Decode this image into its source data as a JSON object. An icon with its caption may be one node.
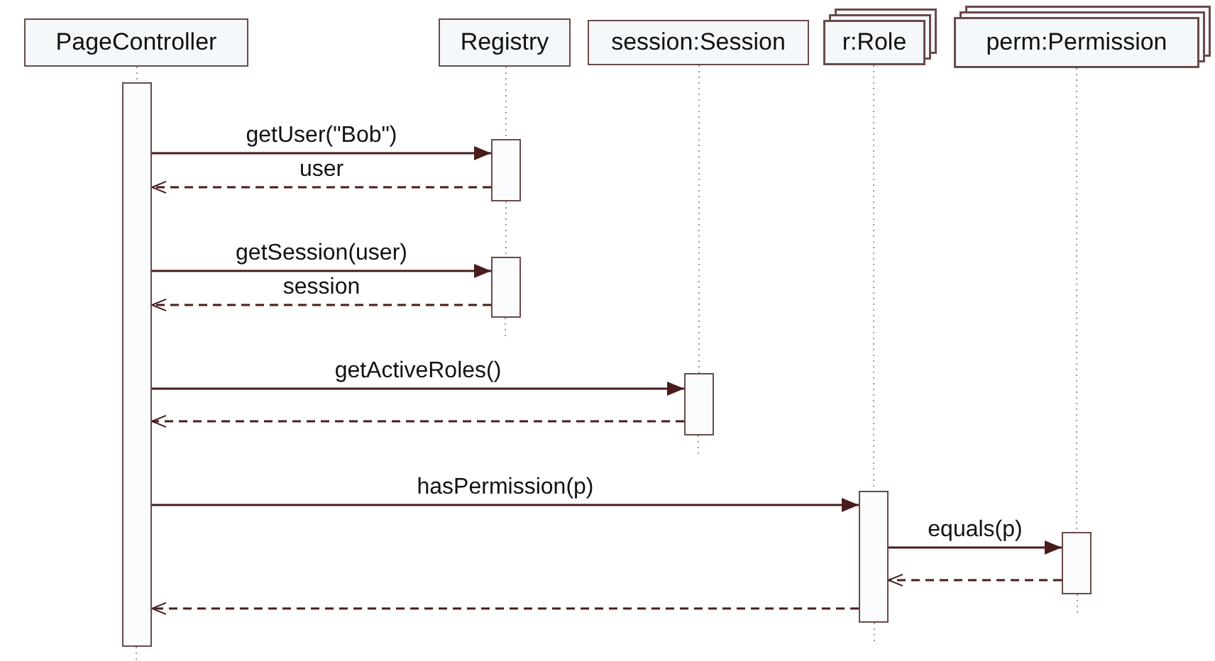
{
  "diagram": {
    "nodes": [
      {
        "text": [
          "PageController"
        ]
      },
      {
        "text": [
          "Registry"
        ]
      },
      {
        "text": [
          "session:Session"
        ]
      },
      {
        "text": [
          "r:Role"
        ]
      },
      {
        "text": [
          "perm:Permission"
        ]
      },
      {
        "text": [],
        "shape": "bar"
      },
      {
        "text": [],
        "shape": "bar"
      },
      {
        "text": [],
        "shape": "bar"
      },
      {
        "text": [],
        "shape": "bar"
      },
      {
        "text": [],
        "shape": "bar"
      },
      {
        "text": [],
        "shape": "bar"
      }
    ],
    "edges": [
      {
        "from": 0,
        "to": 5,
        "arrow": "none",
        "style": "dashed",
        "color": "#9a9a9a"
      },
      {
        "from": 1,
        "to": 6,
        "arrow": "none",
        "style": "dashed",
        "color": "#9a9a9a"
      },
      {
        "from": 6,
        "to": 7,
        "arrow": "none",
        "style": "dashed",
        "color": "#9a9a9a"
      },
      {
        "from": 2,
        "to": 8,
        "arrow": "none",
        "style": "dashed",
        "color": "#9a9a9a"
      },
      {
        "from": 3,
        "to": 9,
        "arrow": "none",
        "style": "dashed",
        "color": "#9a9a9a"
      },
      {
        "from": 4,
        "to": 10,
        "arrow": "none",
        "style": "dashed",
        "color": "#9a9a9a"
      },
      {
        "from": 5,
        "to": 6,
        "arrow": "to",
        "label": "getUser(\"Bob\")"
      },
      {
        "from": 6,
        "to": 5,
        "arrow": "to",
        "label": "user",
        "style": "dashed"
      },
      {
        "from": 5,
        "to": 7,
        "arrow": "to",
        "label": "getSession(user)"
      },
      {
        "from": 7,
        "to": 5,
        "arrow": "to",
        "label": "session",
        "style": "dashed"
      },
      {
        "from": 5,
        "to": 8,
        "arrow": "to",
        "label": "getActiveRoles()"
      },
      {
        "from": 8,
        "to": 5,
        "arrow": "to",
        "style": "dashed"
      },
      {
        "from": 5,
        "to": 9,
        "arrow": "to",
        "label": "hasPermission(p)"
      },
      {
        "from": 9,
        "to": 10,
        "arrow": "to",
        "label": "equals(p)"
      },
      {
        "from": 10,
        "to": 9,
        "arrow": "to",
        "style": "dashed"
      },
      {
        "from": 9,
        "to": 5,
        "arrow": "to",
        "style": "dashed"
      }
    ]
  }
}
